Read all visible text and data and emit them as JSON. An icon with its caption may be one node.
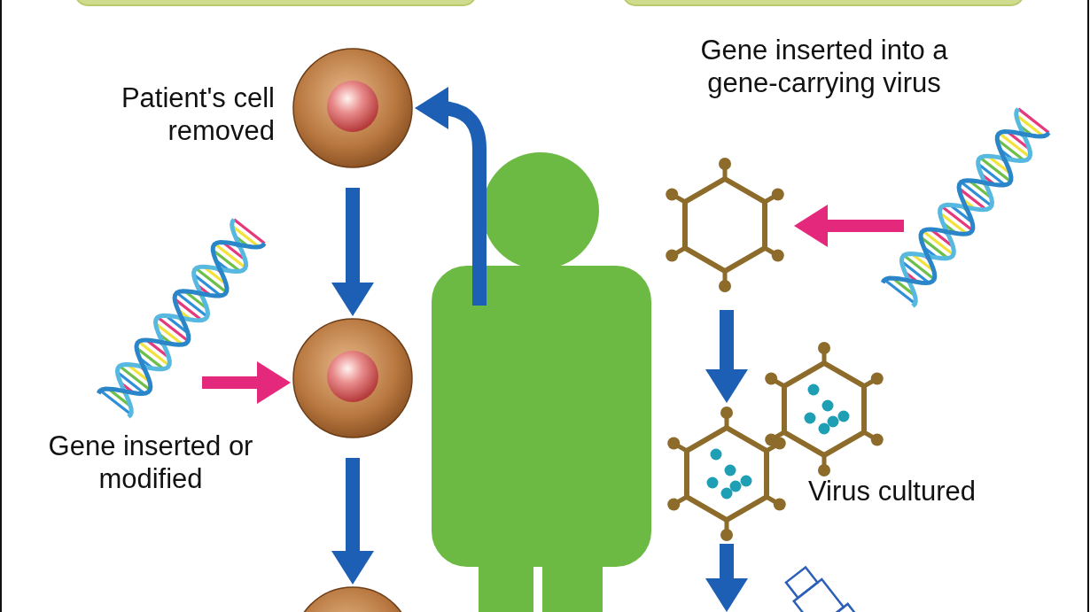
{
  "diagram": {
    "nodes": [
      {
        "text": [],
        "shape": "circle"
      },
      {
        "text": [],
        "shape": "circle"
      },
      {
        "text": [],
        "shape": "circle"
      },
      {
        "text": [],
        "shape": "person"
      },
      {
        "text": [],
        "shape": "picture"
      },
      {
        "text": [],
        "shape": "hexagon"
      },
      {
        "text": [],
        "shape": "picture"
      },
      {
        "text": [],
        "shape": "picture"
      },
      {
        "text": [],
        "shape": "picture"
      }
    ],
    "edges": [
      {
        "from": 3,
        "to": 0,
        "arrow": "to"
      },
      {
        "from": 0,
        "to": 1,
        "arrow": "to"
      },
      {
        "from": 4,
        "to": 1,
        "arrow": "to",
        "color": "#e4287c"
      },
      {
        "from": 1,
        "to": 2,
        "arrow": "to"
      },
      {
        "from": 6,
        "to": 5,
        "arrow": "to",
        "color": "#e4287c"
      },
      {
        "from": 5,
        "to": 8,
        "arrow": "to"
      },
      {
        "from": 8,
        "to": null,
        "arrow": "to"
      }
    ],
    "labels": [
      "Gene inserted into a gene-carrying virus",
      "Patient's cell removed",
      "Gene inserted or modified",
      "Virus cultured"
    ]
  }
}
